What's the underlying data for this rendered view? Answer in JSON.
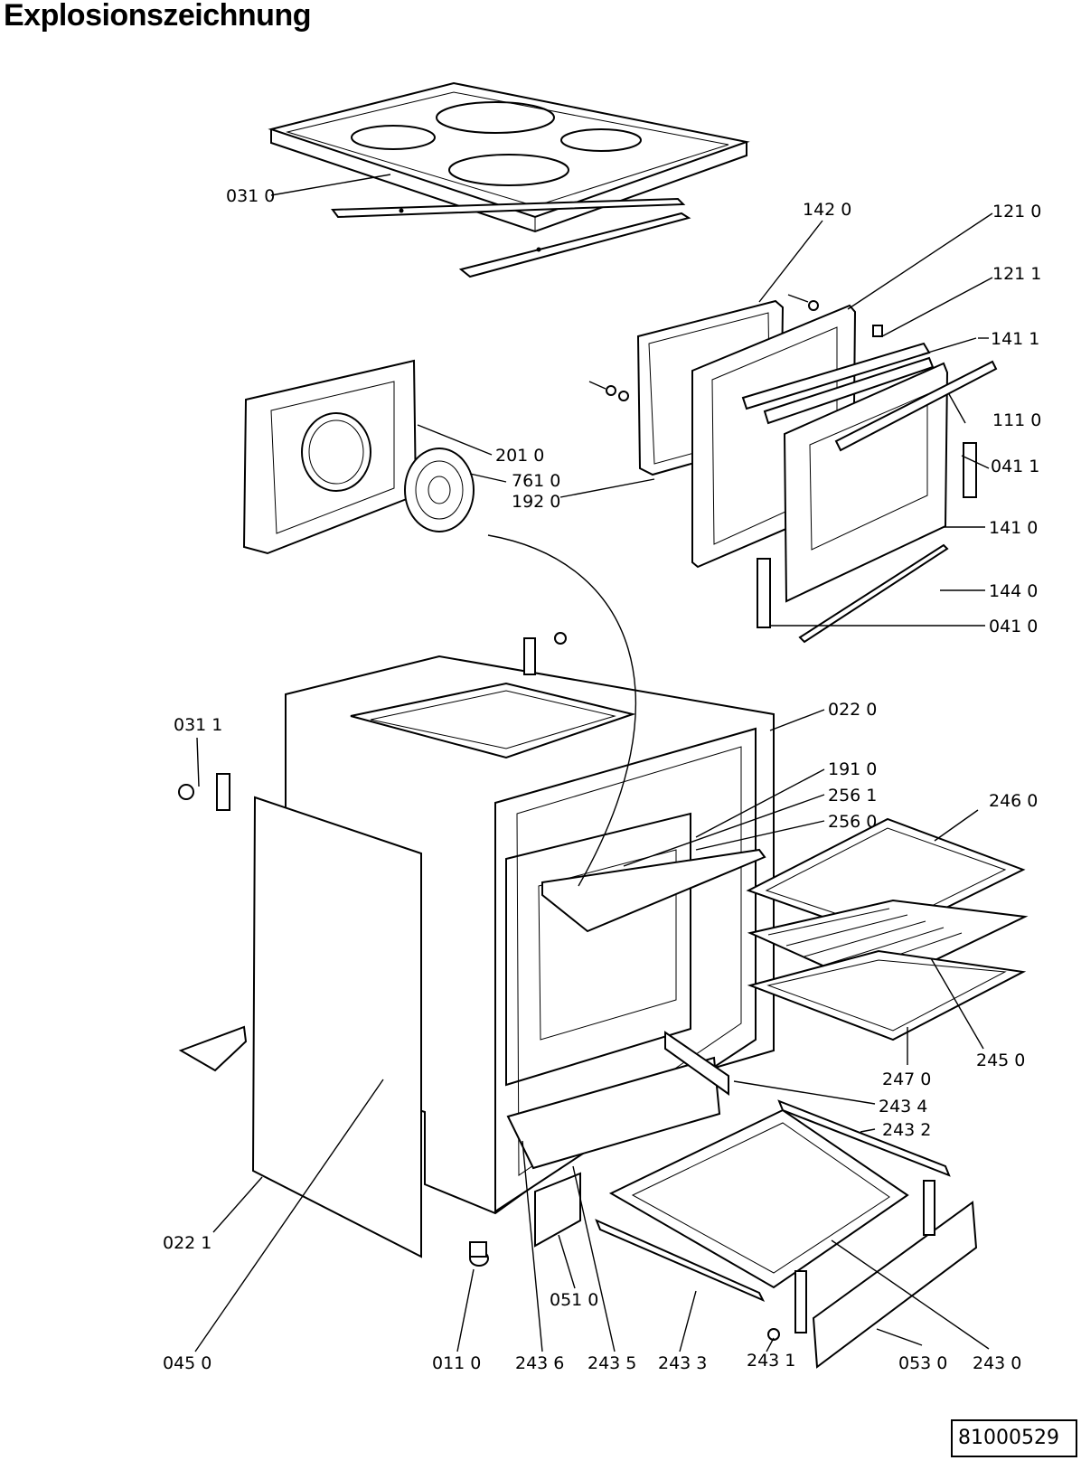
{
  "title": "Explosionszeichnung",
  "document_number": "81000529",
  "labels": [
    {
      "id": "p0310",
      "text": "031 0"
    },
    {
      "id": "p1420",
      "text": "142 0"
    },
    {
      "id": "p1210",
      "text": "121 0"
    },
    {
      "id": "p1211",
      "text": "121 1"
    },
    {
      "id": "p1411",
      "text": "141 1"
    },
    {
      "id": "p1110",
      "text": "111 0"
    },
    {
      "id": "p0411",
      "text": "041 1"
    },
    {
      "id": "p1410",
      "text": "141 0"
    },
    {
      "id": "p1440",
      "text": "144 0"
    },
    {
      "id": "p0410",
      "text": "041 0"
    },
    {
      "id": "p2010",
      "text": "201 0"
    },
    {
      "id": "p7610",
      "text": "761 0"
    },
    {
      "id": "p1920",
      "text": "192 0"
    },
    {
      "id": "p0311",
      "text": "031 1"
    },
    {
      "id": "p0220",
      "text": "022 0"
    },
    {
      "id": "p1910",
      "text": "191 0"
    },
    {
      "id": "p2561",
      "text": "256 1"
    },
    {
      "id": "p2560",
      "text": "256 0"
    },
    {
      "id": "p2460",
      "text": "246 0"
    },
    {
      "id": "p2470",
      "text": "247 0"
    },
    {
      "id": "p2450",
      "text": "245 0"
    },
    {
      "id": "p2434",
      "text": "243 4"
    },
    {
      "id": "p2432",
      "text": "243 2"
    },
    {
      "id": "p0221",
      "text": "022 1"
    },
    {
      "id": "p0510",
      "text": "051 0"
    },
    {
      "id": "p0450",
      "text": "045 0"
    },
    {
      "id": "p0110",
      "text": "011 0"
    },
    {
      "id": "p2436",
      "text": "243 6"
    },
    {
      "id": "p2435",
      "text": "243 5"
    },
    {
      "id": "p2433",
      "text": "243 3"
    },
    {
      "id": "p2431",
      "text": "243 1"
    },
    {
      "id": "p0530",
      "text": "053 0"
    },
    {
      "id": "p2430",
      "text": "243 0"
    }
  ]
}
